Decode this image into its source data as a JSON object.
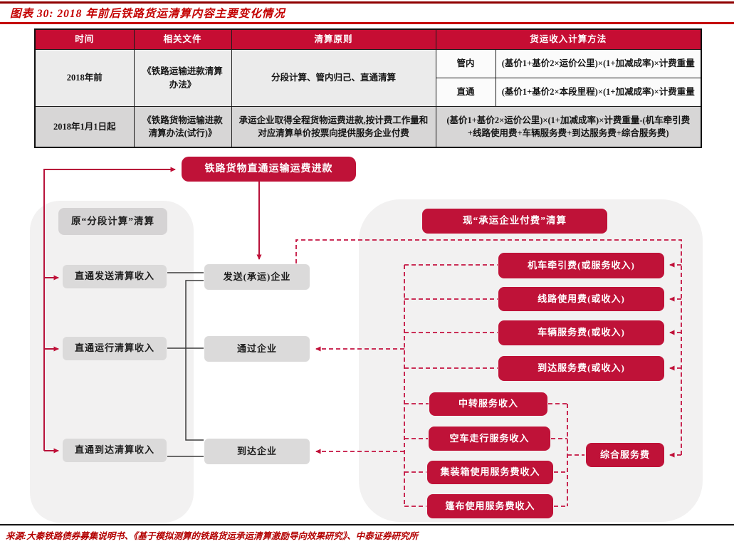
{
  "figure": {
    "title": "图表 30: 2018 年前后铁路货运清算内容主要变化情况",
    "source": "来源:大秦铁路债券募集说明书、《基于模拟测算的铁路货运承运清算激励导向效果研究》、中泰证券研究所"
  },
  "colors": {
    "crimson": "#bf1238",
    "table_header_red": "#c60d33",
    "title_red": "#c40000",
    "panel_gray": "#f2f1f1",
    "node_gray": "#dbdada"
  },
  "table": {
    "headers": [
      "时间",
      "相关文件",
      "清算原则",
      "货运收入计算方法"
    ],
    "rows": [
      {
        "time": "2018年前",
        "document": "《铁路运输进款清算办法》",
        "principle": "分段计算、管内归己、直通清算",
        "methods": [
          {
            "scope": "管内",
            "formula": "(基价1+基价2×运价公里)×(1+加减成率)×计费重量"
          },
          {
            "scope": "直通",
            "formula": "(基价1+基价2×本段里程)×(1+加减成率)×计费重量"
          }
        ]
      },
      {
        "time": "2018年1月1日起",
        "document": "《铁路货物运输进款清算办法(试行)》",
        "principle": "承运企业取得全程货物运费进款,按计费工作量和对应清算单价按票向提供服务企业付费",
        "method": "(基价1+基价2×运价公里)×(1+加减成率)×计费重量-(机车牵引费+线路使用费+车辆服务费+到达服务费+综合服务费)"
      }
    ]
  },
  "flow": {
    "top_node": "铁路货物直通运输运费进款",
    "left_panel": {
      "header": "原“分段计算”清算",
      "items": [
        "直通发送清算收入",
        "直通运行清算收入",
        "直通到达清算收入"
      ]
    },
    "middle_nodes": [
      "发送(承运)企业",
      "通过企业",
      "到达企业"
    ],
    "right_panel": {
      "header": "现“承运企业付费”清算",
      "fee_items": [
        "机车牵引费(或服务收入)",
        "线路使用费(或收入)",
        "车辆服务费(或收入)",
        "到达服务费(或收入)"
      ],
      "income_items": [
        "中转服务收入",
        "空车走行服务收入",
        "集装箱使用服务费收入",
        "篷布使用服务费收入"
      ],
      "aggregate_node": "综合服务费"
    }
  }
}
